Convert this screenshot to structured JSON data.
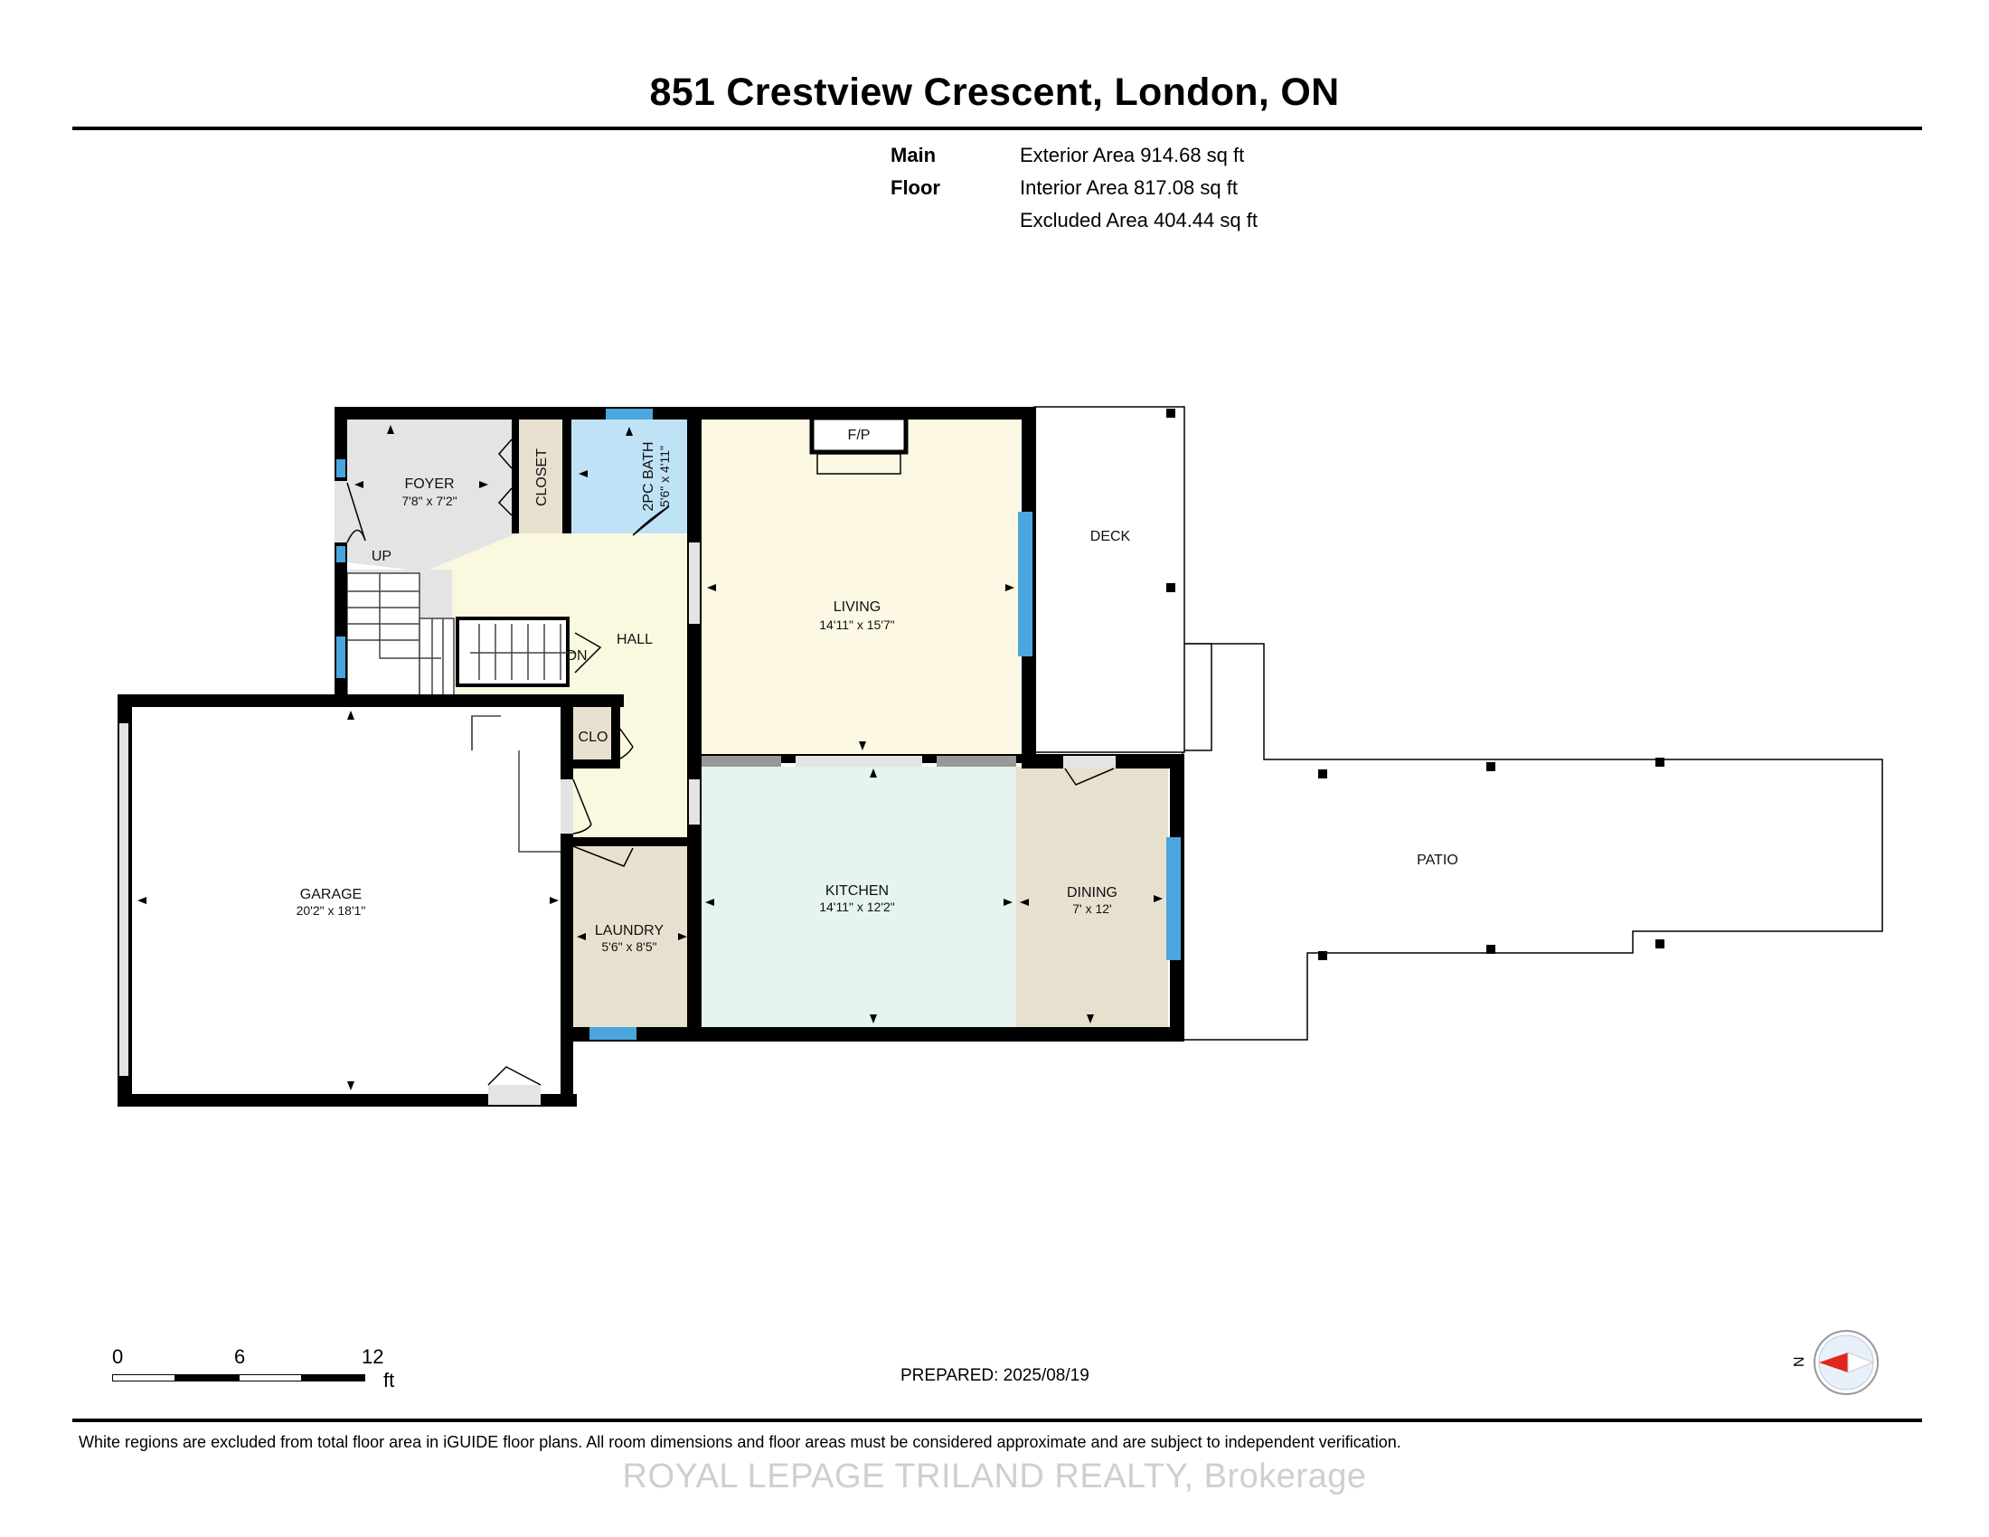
{
  "title": "851 Crestview Crescent, London, ON",
  "floor": {
    "name": "Main Floor",
    "exterior_area": "Exterior Area 914.68 sq ft",
    "interior_area": "Interior Area 817.08 sq ft",
    "excluded_area": "Excluded Area 404.44 sq ft"
  },
  "rooms": {
    "foyer": {
      "label": "FOYER",
      "dims": "7'8\" x 7'2\""
    },
    "closet": {
      "label": "CLOSET"
    },
    "bath": {
      "label": "2PC BATH",
      "dims": "5'6\" x 4'11\""
    },
    "living": {
      "label": "LIVING",
      "dims": "14'11\" x 15'7\""
    },
    "fireplace": {
      "label": "F/P"
    },
    "deck": {
      "label": "DECK"
    },
    "hall": {
      "label": "HALL"
    },
    "stairs_up": {
      "label": "UP"
    },
    "stairs_down": {
      "label": "DN"
    },
    "clo": {
      "label": "CLO"
    },
    "garage": {
      "label": "GARAGE",
      "dims": "20'2\" x 18'1\""
    },
    "laundry": {
      "label": "LAUNDRY",
      "dims": "5'6\" x 8'5\""
    },
    "kitchen": {
      "label": "KITCHEN",
      "dims": "14'11\" x 12'2\""
    },
    "dining": {
      "label": "DINING",
      "dims": "7' x 12'"
    },
    "patio": {
      "label": "PATIO"
    }
  },
  "colors": {
    "wall": "#000000",
    "window": "#4aa6dc",
    "foyer_hall": "#fbf8e0",
    "foyer_floor": "#e4e4e4",
    "bath": "#bfe2f7",
    "living": "#fcf8e3",
    "kitchen": "#e5f4ec",
    "dining": "#e8e0cf",
    "laundry": "#e8e0cf",
    "closet": "#e8e0cf",
    "excluded": "#ffffff"
  },
  "scale": {
    "tick_0": "0",
    "tick_6": "6",
    "tick_12": "12",
    "unit": "ft"
  },
  "prepared": "PREPARED: 2025/08/19",
  "compass": {
    "letter": "N"
  },
  "footnote": "White regions are excluded from total floor area in iGUIDE floor plans. All room dimensions and floor areas must be considered approximate and are subject to independent verification.",
  "brand": "ROYAL LEPAGE TRILAND REALTY, Brokerage"
}
